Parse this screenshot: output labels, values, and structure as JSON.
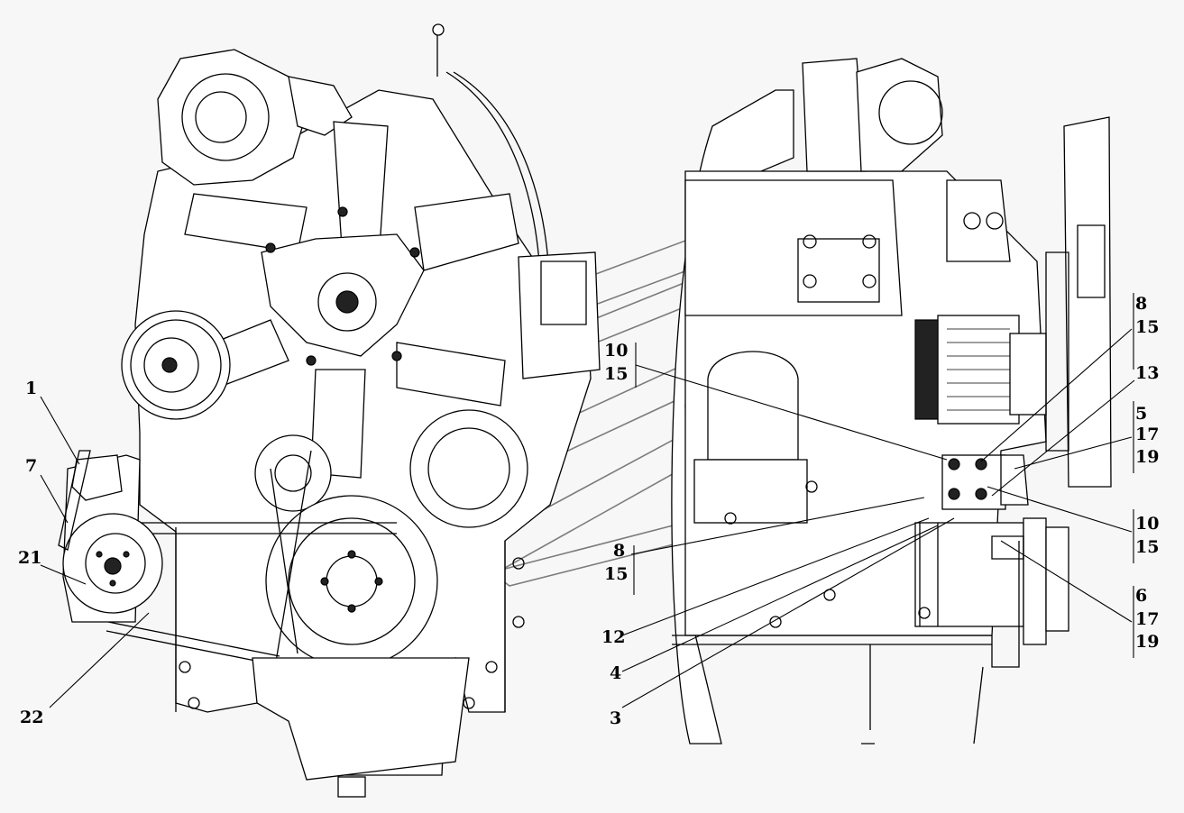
{
  "diagram": {
    "type": "engine-parts-callout-drawing",
    "views": [
      "front-view",
      "side-view"
    ],
    "callouts_left": [
      {
        "id": "c1",
        "label": "1"
      },
      {
        "id": "c7",
        "label": "7"
      },
      {
        "id": "c21",
        "label": "21"
      },
      {
        "id": "c22",
        "label": "22"
      }
    ],
    "callouts_middle": [
      {
        "id": "c10a",
        "label": "10"
      },
      {
        "id": "c15a",
        "label": "15"
      },
      {
        "id": "c8a",
        "label": "8"
      },
      {
        "id": "c15b",
        "label": "15"
      },
      {
        "id": "c12",
        "label": "12"
      },
      {
        "id": "c4",
        "label": "4"
      },
      {
        "id": "c3",
        "label": "3"
      }
    ],
    "callouts_right": [
      {
        "id": "c8b",
        "label": "8"
      },
      {
        "id": "c15c",
        "label": "15"
      },
      {
        "id": "c13",
        "label": "13"
      },
      {
        "id": "c5",
        "label": "5"
      },
      {
        "id": "c17a",
        "label": "17"
      },
      {
        "id": "c19a",
        "label": "19"
      },
      {
        "id": "c10b",
        "label": "10"
      },
      {
        "id": "c15d",
        "label": "15"
      },
      {
        "id": "c6",
        "label": "6"
      },
      {
        "id": "c17b",
        "label": "17"
      },
      {
        "id": "c19b",
        "label": "19"
      }
    ]
  },
  "colors": {
    "line": "#000000",
    "background": "#f7f7f7",
    "watermark": "#7c7c7c"
  }
}
